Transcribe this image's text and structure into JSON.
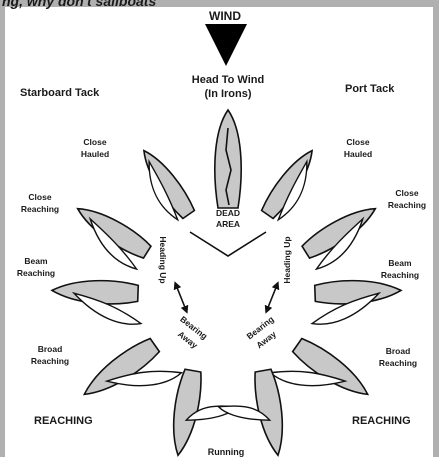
{
  "header": {
    "partial_text": "ng, why don't sailboats",
    "partial_text_color": "#e0187a"
  },
  "wind": {
    "label": "WIND",
    "arrow_color": "#000000"
  },
  "head_to_wind": {
    "line1": "Head To Wind",
    "line2": "(In Irons)"
  },
  "dead_area": {
    "line1": "DEAD",
    "line2": "AREA"
  },
  "tacks": {
    "starboard": "Starboard Tack",
    "port": "Port Tack"
  },
  "points_of_sail": {
    "close_hauled": {
      "line1": "Close",
      "line2": "Hauled"
    },
    "close_reaching": {
      "line1": "Close",
      "line2": "Reaching"
    },
    "beam_reaching": {
      "line1": "Beam",
      "line2": "Reaching"
    },
    "broad_reaching": {
      "line1": "Broad",
      "line2": "Reaching"
    },
    "running": "Running"
  },
  "arrows": {
    "heading_up": "Heading Up",
    "bearing_away": {
      "line1": "Bearing",
      "line2": "Away"
    }
  },
  "reaching_label": "REACHING",
  "colors": {
    "hull_fill": "#c8c8c8",
    "outline": "#111111",
    "background": "#ffffff",
    "frame": "#b0b0b0"
  }
}
